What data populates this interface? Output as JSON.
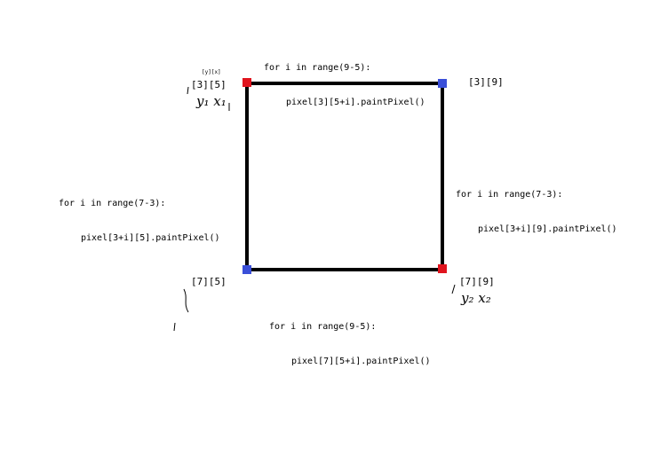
{
  "colors": {
    "line": "#000000",
    "red_marker": "#e0141e",
    "blue_marker": "#3a4fd8",
    "background": "#ffffff"
  },
  "code": {
    "top": {
      "line1": "for i in range(9-5):",
      "line2": "pixel[3][5+i].paintPixel()"
    },
    "left": {
      "line1": "for i in range(7-3):",
      "line2": "pixel[3+i][5].paintPixel()"
    },
    "right": {
      "line1": "for i in range(7-3):",
      "line2": "pixel[3+i][9].paintPixel()"
    },
    "bottom": {
      "line1": "for i in range(9-5):",
      "line2": "pixel[7][5+i].paintPixel()"
    }
  },
  "corners": {
    "top_left": "[3][5]",
    "top_right": "[3][9]",
    "bottom_left": "[7][5]",
    "bottom_right": "[7][9]"
  },
  "annotations": {
    "yx_hint": "[y][x]",
    "top_left_hand": "y₁ x₁",
    "bottom_right_hand": "y₂ x₂"
  }
}
